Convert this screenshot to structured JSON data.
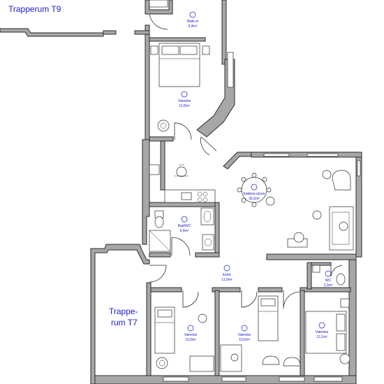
{
  "stairwells": {
    "t9": "Trapperum T9",
    "t7_line1": "Trappe-",
    "t7_line2": "rum T7"
  },
  "rooms": [
    {
      "id": "walkin",
      "name": "Walk-in",
      "area": "6,4m²"
    },
    {
      "id": "bed1",
      "name": "Værelse",
      "area": "12,8m²"
    },
    {
      "id": "kitchen",
      "name": "Køkken-alrum",
      "area": "35,5m²"
    },
    {
      "id": "bath",
      "name": "Bad/WC",
      "area": "6,4m²"
    },
    {
      "id": "hall",
      "name": "Entré",
      "area": "11,0m²"
    },
    {
      "id": "wc",
      "name": "WC",
      "area": "3,3m²"
    },
    {
      "id": "bed2",
      "name": "Værelse",
      "area": "10,0m²"
    },
    {
      "id": "bed3",
      "name": "Værelse",
      "area": "10,5m²"
    },
    {
      "id": "bed4",
      "name": "Værelse",
      "area": "12,1m²"
    }
  ],
  "colors": {
    "wall": "#a7a7a7",
    "label": "#1a1ad0",
    "line": "#2b2b2b"
  }
}
